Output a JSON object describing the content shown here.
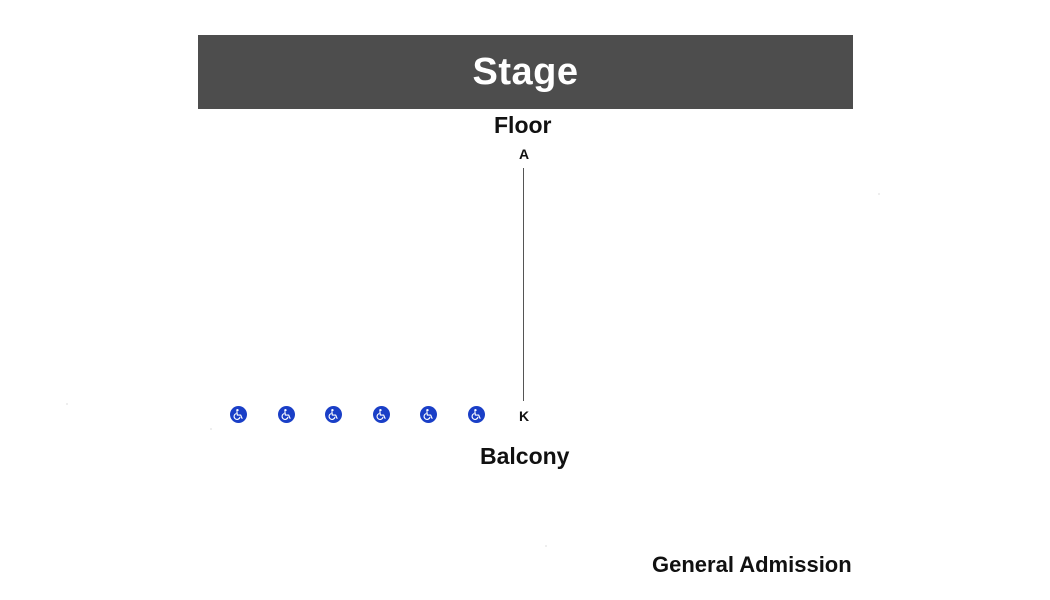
{
  "stage": {
    "label": "Stage"
  },
  "floor": {
    "label": "Floor",
    "first_row": "A",
    "last_row": "K"
  },
  "accessible_seats": {
    "count": 6,
    "icon": "wheelchair-icon",
    "color": "#1a3fc7"
  },
  "balcony": {
    "label": "Balcony"
  },
  "general_admission": {
    "label": "General Admission"
  },
  "colors": {
    "stage_background": "#4d4d4d",
    "stage_text": "#ffffff",
    "text": "#111111"
  }
}
